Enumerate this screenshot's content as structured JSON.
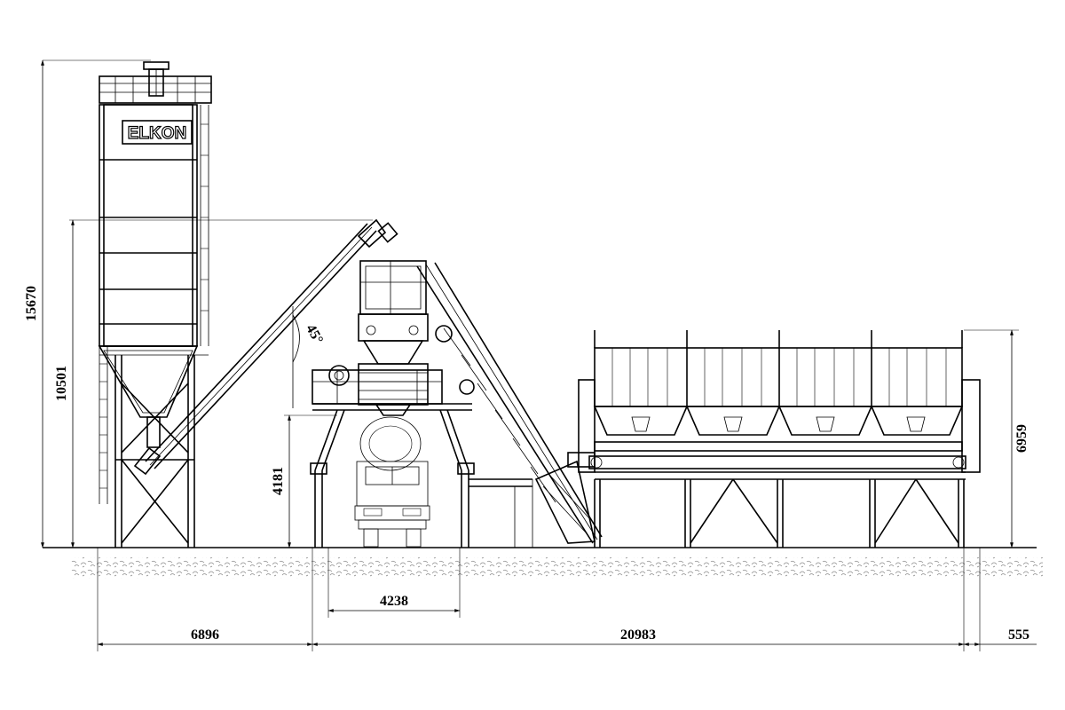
{
  "brand": {
    "logo": "ELKON"
  },
  "dimensions": {
    "total_height": "15670",
    "silo_discharge_height": "10501",
    "mixer_platform_height": "4181",
    "aggregate_bin_height": "6959",
    "screw_angle": "45°",
    "mixer_clearance_width": "4238",
    "silo_offset": "6896",
    "plant_length": "20983",
    "end_offset": "555"
  },
  "colors": {
    "line": "#000000",
    "background": "#ffffff",
    "ground_hatch": "#9a9a9a"
  }
}
